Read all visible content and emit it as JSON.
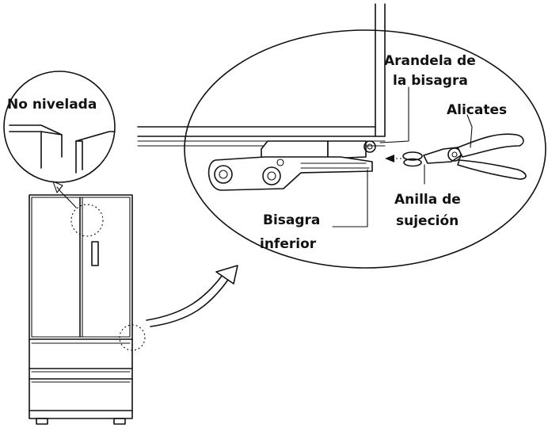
{
  "labels": {
    "no_nivelada": "No nivelada",
    "arandela_line1": "Arandela de",
    "arandela_line2": "la bisagra",
    "alicates": "Alicates",
    "anilla_line1": "Anilla de",
    "anilla_line2": "sujeción",
    "bisagra_line1": "Bisagra",
    "bisagra_line2": "inferior"
  },
  "colors": {
    "line": "#111111",
    "background": "#ffffff"
  }
}
